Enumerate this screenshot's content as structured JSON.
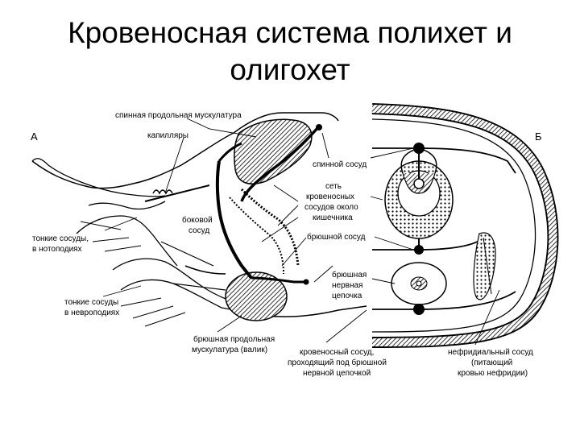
{
  "title": {
    "line1": "Кровеносная система полихет и",
    "line2": "олигохет"
  },
  "figure_letters": {
    "a": "А",
    "b": "Б"
  },
  "labels": {
    "spinal_muscles": "спинная продольная мускулатура",
    "capillaries": "капилляры",
    "lateral_vessel_1": "боковой",
    "lateral_vessel_2": "сосуд",
    "thin_noto_1": "тонкие сосуды,",
    "thin_noto_2": "в нотоподиях",
    "thin_neuro_1": "тонкие сосуды",
    "thin_neuro_2": "в невроподиях",
    "ventral_muscles_1": "брюшная продольная",
    "ventral_muscles_2": "мускулатура (валик)",
    "dorsal_vessel": "спинной сосуд",
    "network_1": "сеть",
    "network_2": "кровеносных",
    "network_3": "сосудов около",
    "network_4": "кишечника",
    "ventral_vessel": "брюшной сосуд",
    "nerve_cord_1": "брюшная",
    "nerve_cord_2": "нервная",
    "nerve_cord_3": "цепочка",
    "subneural_1": "кровеносный сосуд,",
    "subneural_2": "проходящий под брюшной",
    "subneural_3": "нервной цепочкой",
    "nephridial_1": "нефридиальный сосуд",
    "nephridial_2": "(питающий",
    "nephridial_3": "кровью нефридии)"
  }
}
